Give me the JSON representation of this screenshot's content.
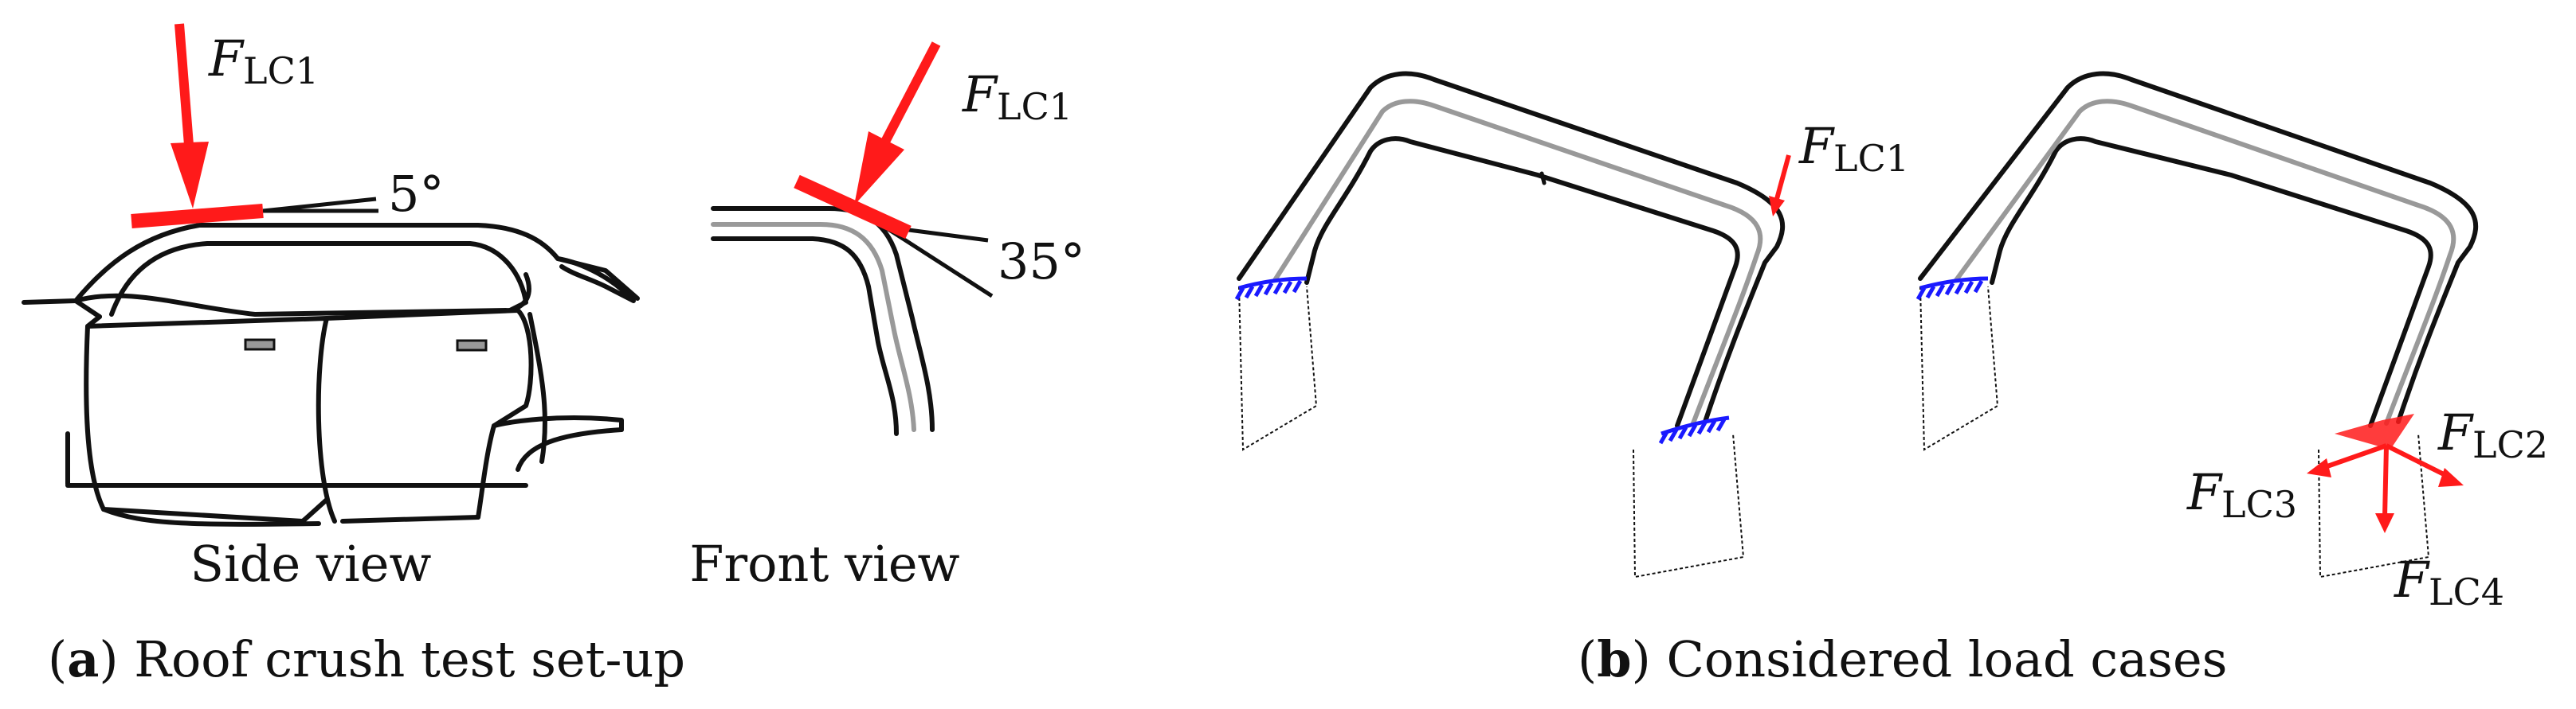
{
  "force": {
    "symbol": "F",
    "lc1": "LC1",
    "lc2": "LC2",
    "lc3": "LC3",
    "lc4": "LC4"
  },
  "side_view": {
    "angle": "5°",
    "caption": "Side view"
  },
  "front_view": {
    "angle": "35°",
    "caption": "Front view"
  },
  "captions": {
    "a_letter": "a",
    "a_text": "Roof crush test set-up",
    "b_letter": "b",
    "b_text": "Considered load cases"
  },
  "colors": {
    "force": "#ff1a1a",
    "support": "#1a1aff",
    "line": "#111111",
    "inner": "#999999"
  }
}
